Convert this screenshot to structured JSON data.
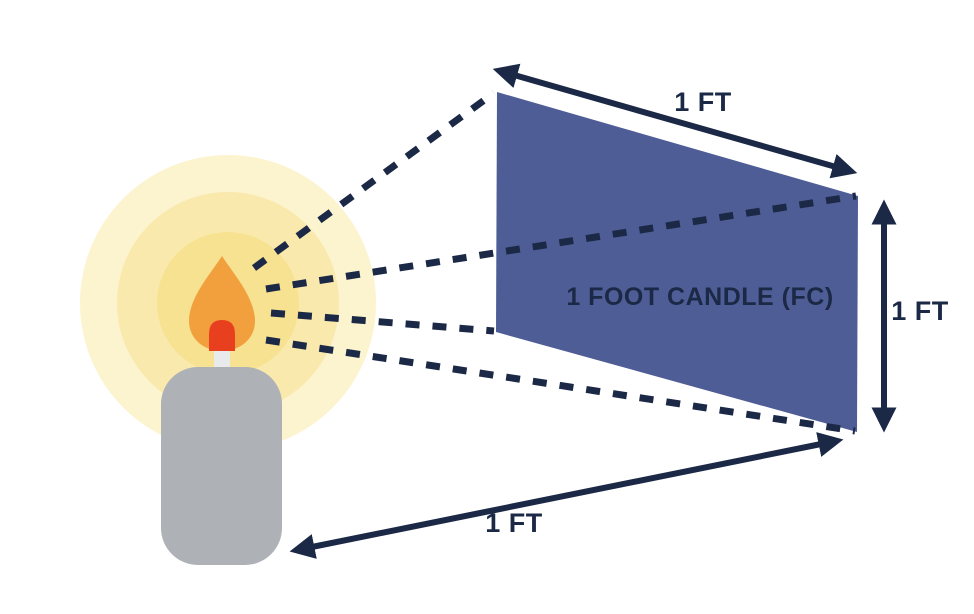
{
  "diagram": {
    "panel_label": "1 FOOT CANDLE (FC)",
    "labels": {
      "top_width": "1 FT",
      "right_height": "1 FT",
      "bottom_distance": "1 FT"
    },
    "colors": {
      "navy": "#1b2946",
      "panel": "#4e5d96",
      "flame_orange": "#f2a03e",
      "flame_red": "#e8401f",
      "candle_gray": "#aeb2b7",
      "wick_gray": "#e9eaeb",
      "glow_outer": "#fcf3cf",
      "glow_mid": "#fae9ad",
      "glow_inner": "#f7e291",
      "background": "#ffffff"
    }
  }
}
